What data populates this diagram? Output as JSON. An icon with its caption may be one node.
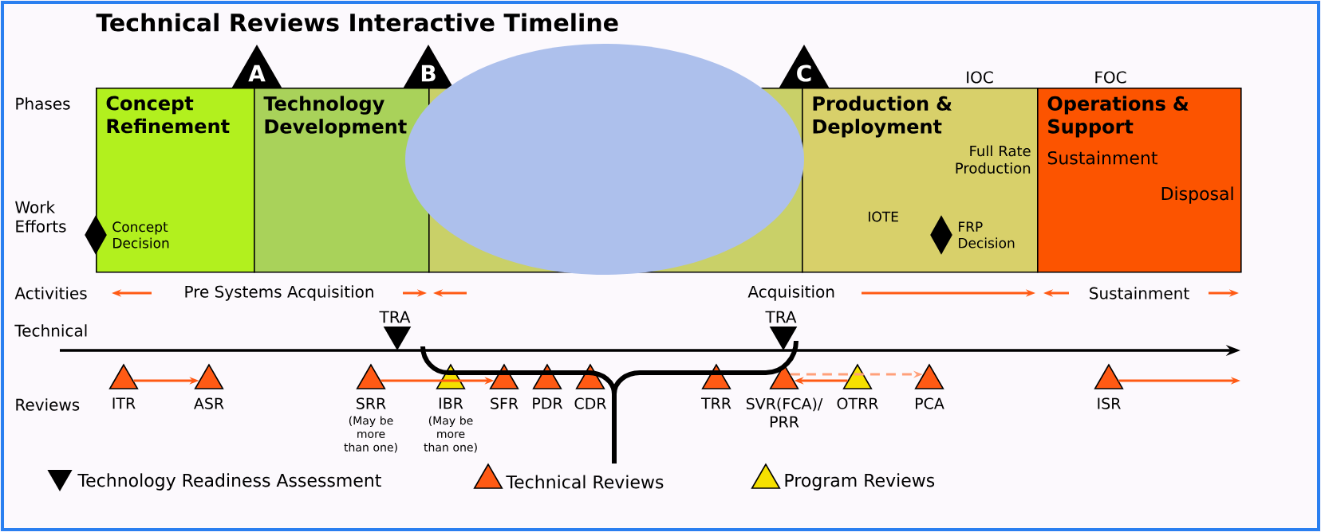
{
  "diagram": {
    "title": "Technical Reviews Interactive Timeline",
    "nodes": [
      {
        "text": [
          "Concept Refinement"
        ]
      },
      {
        "text": [
          "Technology Development"
        ]
      },
      {
        "text": [],
        "shape": "box"
      },
      {
        "text": [
          "Production & Deployment",
          "Full Rate Production",
          "IOTE"
        ]
      },
      {
        "text": [
          "Operations & Support",
          "Sustainment",
          "Disposal"
        ]
      },
      {
        "text": [
          "A"
        ]
      },
      {
        "text": [
          "B"
        ]
      },
      {
        "text": [
          "C"
        ]
      },
      {
        "text": [],
        "shape": "diamond",
        "beside": [
          "Concept Decision"
        ]
      },
      {
        "text": [],
        "shape": "diamond",
        "beside": [
          "FRP Decision"
        ],
        "in": 3
      },
      {
        "text": [],
        "shape": "triangle",
        "beside": [
          "TRA"
        ]
      },
      {
        "text": [],
        "shape": "triangle",
        "beside": [
          "TRA"
        ]
      },
      {
        "text": [],
        "shape": "triangle",
        "beside": [
          "ITR"
        ]
      },
      {
        "text": [],
        "shape": "triangle",
        "beside": [
          "ASR"
        ]
      },
      {
        "text": [],
        "shape": "triangle",
        "beside": [
          "SRR",
          "(May be more than one)"
        ]
      },
      {
        "text": [],
        "shape": "triangle",
        "beside": [
          "IBR",
          "(May be more than one)"
        ]
      },
      {
        "text": [],
        "shape": "triangle",
        "beside": [
          "SFR"
        ]
      },
      {
        "text": [],
        "shape": "triangle",
        "beside": [
          "PDR"
        ]
      },
      {
        "text": [],
        "shape": "triangle",
        "beside": [
          "CDR"
        ]
      },
      {
        "text": [],
        "shape": "triangle",
        "beside": [
          "TRR"
        ]
      },
      {
        "text": [],
        "shape": "triangle",
        "beside": [
          "SVR(FCA)/ PRR"
        ]
      },
      {
        "text": [],
        "shape": "triangle",
        "beside": [
          "OTRR"
        ]
      },
      {
        "text": [],
        "shape": "triangle",
        "beside": [
          "PCA"
        ]
      },
      {
        "text": [],
        "shape": "triangle",
        "beside": [
          "ISR"
        ]
      }
    ],
    "edges": [
      {
        "from": 12,
        "to": 13,
        "arrow": "to"
      },
      {
        "from": 14,
        "to": 16,
        "arrow": "to"
      },
      {
        "from": 21,
        "to": 20,
        "arrow": "to"
      },
      {
        "from": 20,
        "to": 22,
        "arrow": "to",
        "style": "dashed",
        "color": "#ffa07a"
      },
      {
        "from": 23,
        "to": null,
        "arrow": "to"
      }
    ],
    "labels": [
      "Phases",
      "IOC",
      "FOC",
      "Work Efforts",
      "Activities",
      "Pre Systems Acquisition",
      "Acquisition",
      "Sustainment",
      "Technical",
      "Reviews"
    ],
    "legend": [
      {
        "text": "Technology Readiness Assessment"
      },
      {
        "text": "Technical Reviews"
      },
      {
        "text": "Program Reviews"
      }
    ]
  }
}
